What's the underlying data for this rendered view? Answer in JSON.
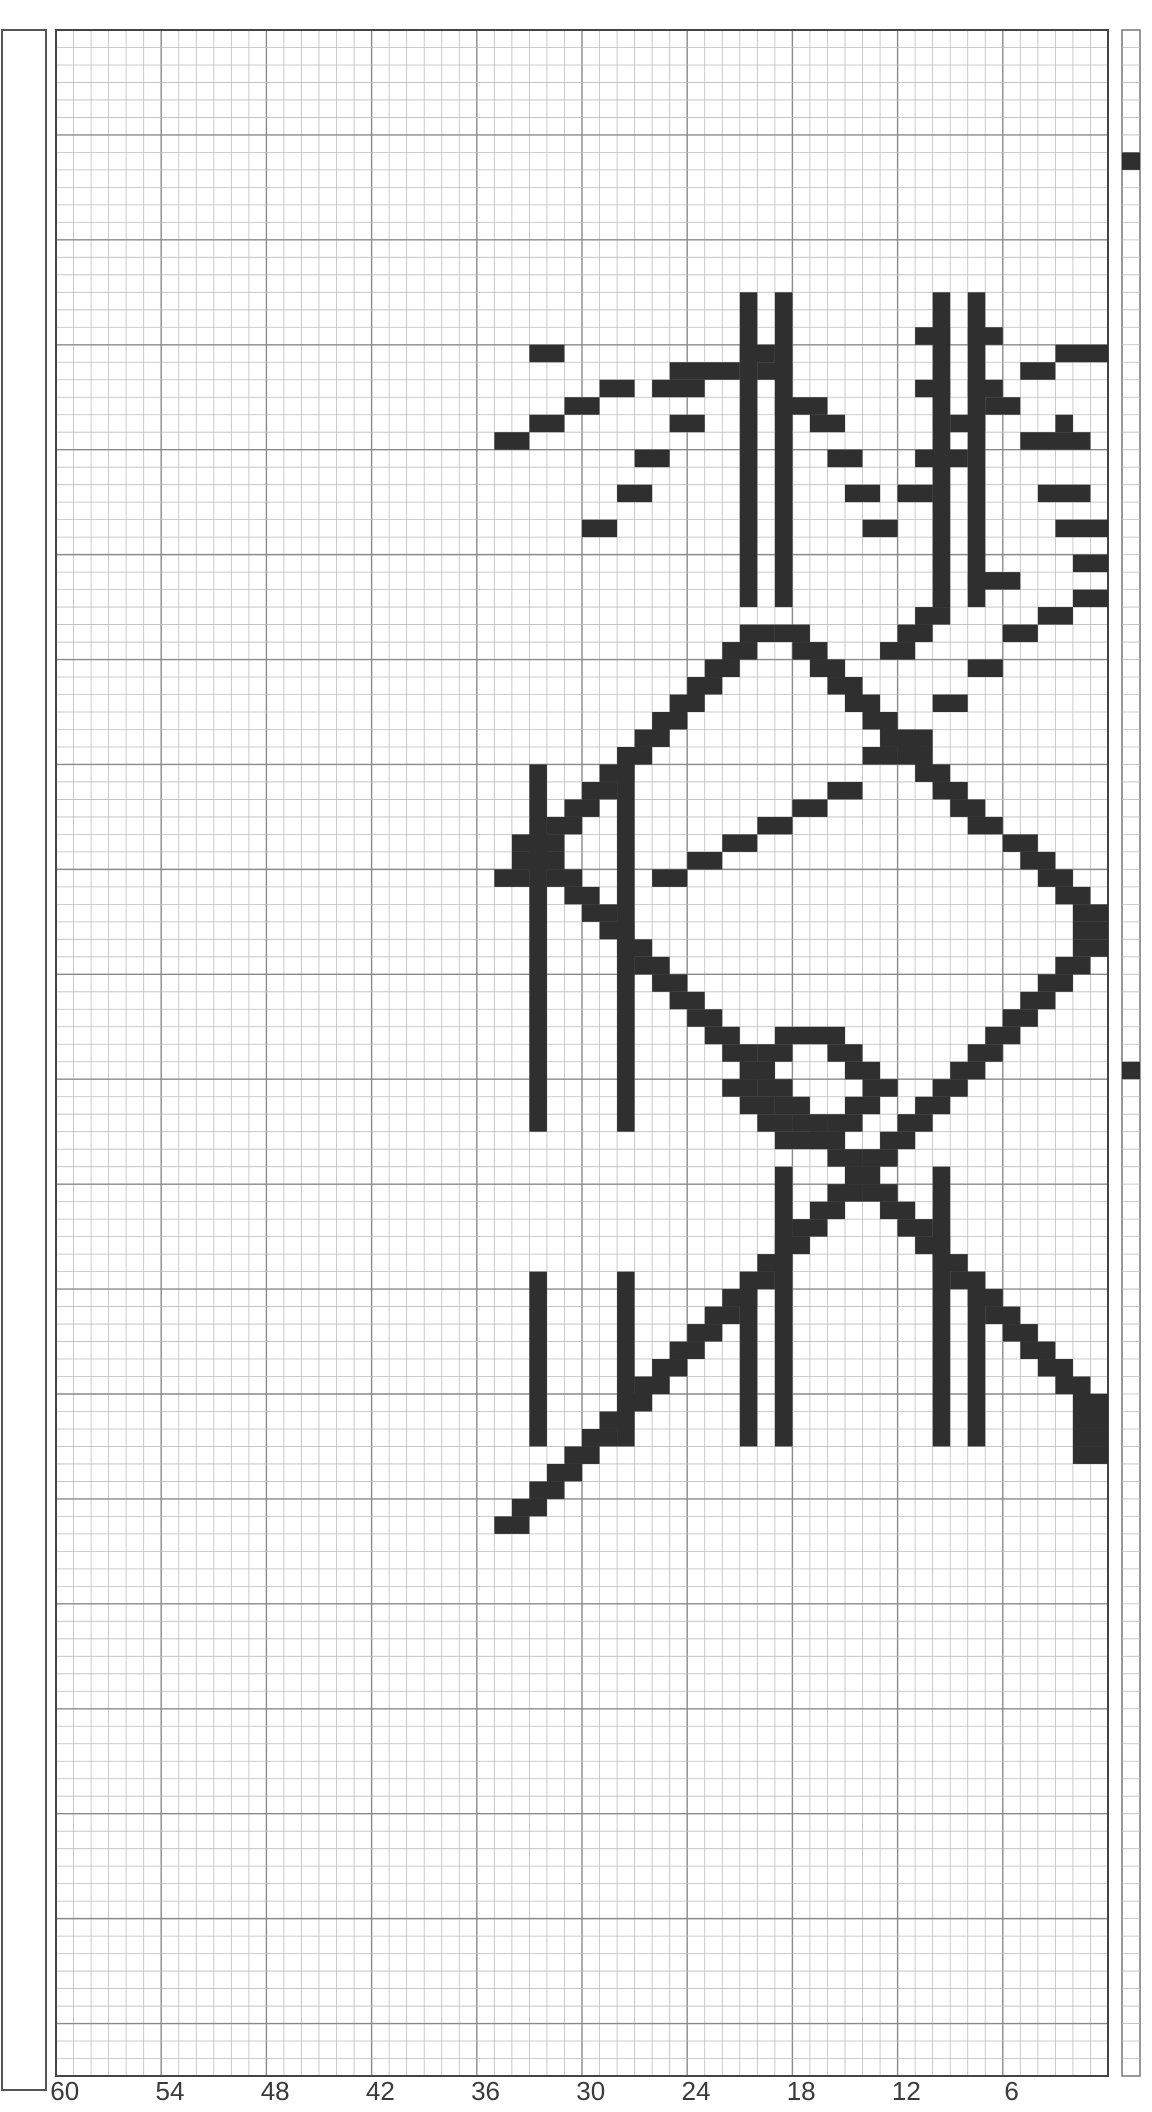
{
  "chart_data": {
    "type": "knitting-chart",
    "columns": 60,
    "rows": 117,
    "x_ticks": [
      "6",
      "12",
      "18",
      "24",
      "30",
      "36",
      "42",
      "48",
      "54",
      "60"
    ],
    "colors": {
      "stitch": "#2f2f2f",
      "grid_minor": "#bdbdbd",
      "grid_major": "#8a8a8a",
      "paper": "#ffffff"
    },
    "row_markers": [
      58,
      110
    ],
    "fills": [
      [
        99,
        1,
        3
      ],
      [
        98,
        4,
        5
      ],
      [
        96,
        6,
        7
      ],
      [
        95,
        8,
        9
      ],
      [
        93,
        9,
        11
      ],
      [
        91,
        11,
        12
      ],
      [
        89,
        13,
        14
      ],
      [
        100,
        7,
        8
      ],
      [
        100,
        10,
        11
      ],
      [
        97,
        7,
        8
      ],
      [
        97,
        10,
        11
      ],
      [
        95,
        3,
        3
      ],
      [
        94,
        2,
        5
      ],
      [
        91,
        2,
        4
      ],
      [
        85,
        1,
        2
      ],
      [
        84,
        3,
        4
      ],
      [
        83,
        5,
        6
      ],
      [
        81,
        7,
        8
      ],
      [
        79,
        9,
        10
      ],
      [
        77,
        11,
        12
      ],
      [
        76,
        13,
        14
      ],
      [
        74,
        15,
        16
      ],
      [
        73,
        17,
        18
      ],
      [
        72,
        19,
        20
      ],
      [
        71,
        21,
        22
      ],
      [
        70,
        23,
        24
      ],
      [
        69,
        25,
        26
      ],
      [
        87,
        1,
        2
      ],
      [
        89,
        1,
        3
      ],
      [
        86,
        6,
        8
      ],
      [
        99,
        20,
        21
      ],
      [
        98,
        19,
        20
      ],
      [
        96,
        17,
        19
      ],
      [
        95,
        16,
        17
      ],
      [
        93,
        15,
        16
      ],
      [
        91,
        14,
        15
      ],
      [
        98,
        22,
        25
      ],
      [
        97,
        24,
        26
      ],
      [
        95,
        24,
        25
      ],
      [
        93,
        26,
        27
      ],
      [
        91,
        27,
        28
      ],
      [
        89,
        29,
        30
      ],
      [
        97,
        28,
        29
      ],
      [
        96,
        30,
        31
      ],
      [
        95,
        32,
        33
      ],
      [
        94,
        34,
        35
      ],
      [
        99,
        32,
        33
      ],
      [
        83,
        18,
        19
      ],
      [
        82,
        17,
        18
      ],
      [
        81,
        16,
        17
      ],
      [
        80,
        15,
        16
      ],
      [
        79,
        14,
        15
      ],
      [
        78,
        13,
        14
      ],
      [
        77,
        12,
        13
      ],
      [
        76,
        11,
        12
      ],
      [
        75,
        10,
        11
      ],
      [
        74,
        9,
        10
      ],
      [
        73,
        8,
        9
      ],
      [
        72,
        7,
        8
      ],
      [
        83,
        20,
        21
      ],
      [
        82,
        21,
        22
      ],
      [
        81,
        22,
        23
      ],
      [
        80,
        23,
        24
      ],
      [
        79,
        24,
        25
      ],
      [
        78,
        25,
        26
      ],
      [
        77,
        26,
        27
      ],
      [
        76,
        27,
        28
      ],
      [
        75,
        28,
        29
      ],
      [
        74,
        29,
        30
      ],
      [
        73,
        30,
        31
      ],
      [
        72,
        31,
        32
      ],
      [
        71,
        32,
        33
      ],
      [
        70,
        33,
        34
      ],
      [
        69,
        34,
        35
      ],
      [
        71,
        5,
        6
      ],
      [
        70,
        4,
        5
      ],
      [
        69,
        3,
        4
      ],
      [
        68,
        2,
        3
      ],
      [
        67,
        1,
        2
      ],
      [
        66,
        1,
        2
      ],
      [
        65,
        1,
        2
      ],
      [
        64,
        2,
        3
      ],
      [
        63,
        3,
        4
      ],
      [
        62,
        4,
        5
      ],
      [
        61,
        5,
        6
      ],
      [
        60,
        6,
        7
      ],
      [
        59,
        7,
        8
      ],
      [
        58,
        8,
        9
      ],
      [
        57,
        9,
        10
      ],
      [
        56,
        10,
        11
      ],
      [
        55,
        11,
        12
      ],
      [
        54,
        12,
        13
      ],
      [
        53,
        13,
        14
      ],
      [
        52,
        14,
        15
      ],
      [
        51,
        15,
        16
      ],
      [
        50,
        16,
        17
      ],
      [
        49,
        17,
        18
      ],
      [
        48,
        18,
        19
      ],
      [
        47,
        19,
        20
      ],
      [
        46,
        20,
        21
      ],
      [
        45,
        21,
        22
      ],
      [
        44,
        22,
        23
      ],
      [
        43,
        23,
        24
      ],
      [
        42,
        24,
        25
      ],
      [
        41,
        25,
        26
      ],
      [
        40,
        26,
        27
      ],
      [
        39,
        27,
        28
      ],
      [
        38,
        28,
        29
      ],
      [
        37,
        29,
        30
      ],
      [
        36,
        30,
        31
      ],
      [
        35,
        31,
        32
      ],
      [
        34,
        32,
        33
      ],
      [
        33,
        33,
        34
      ],
      [
        32,
        34,
        35
      ],
      [
        71,
        33,
        34
      ],
      [
        70,
        32,
        33
      ],
      [
        69,
        31,
        32
      ],
      [
        68,
        30,
        31
      ],
      [
        67,
        29,
        30
      ],
      [
        66,
        28,
        29
      ],
      [
        65,
        27,
        28
      ],
      [
        64,
        26,
        27
      ],
      [
        63,
        25,
        26
      ],
      [
        62,
        24,
        25
      ],
      [
        61,
        23,
        24
      ],
      [
        60,
        22,
        23
      ],
      [
        59,
        21,
        22
      ],
      [
        58,
        20,
        21
      ],
      [
        57,
        19,
        20
      ],
      [
        56,
        18,
        19
      ],
      [
        55,
        17,
        18
      ],
      [
        54,
        16,
        17
      ],
      [
        53,
        15,
        16
      ],
      [
        52,
        14,
        15
      ],
      [
        51,
        13,
        14
      ],
      [
        50,
        12,
        13
      ],
      [
        49,
        11,
        12
      ],
      [
        48,
        10,
        11
      ],
      [
        47,
        9,
        10
      ],
      [
        46,
        8,
        9
      ],
      [
        45,
        7,
        8
      ],
      [
        44,
        6,
        7
      ],
      [
        43,
        5,
        6
      ],
      [
        42,
        4,
        5
      ],
      [
        41,
        3,
        4
      ],
      [
        40,
        2,
        3
      ],
      [
        39,
        1,
        2
      ],
      [
        38,
        1,
        2
      ],
      [
        37,
        1,
        2
      ],
      [
        36,
        1,
        2
      ],
      [
        60,
        16,
        19
      ],
      [
        59,
        15,
        16
      ],
      [
        59,
        19,
        20
      ],
      [
        58,
        14,
        15
      ],
      [
        58,
        20,
        21
      ],
      [
        57,
        13,
        14
      ],
      [
        57,
        21,
        22
      ],
      [
        56,
        14,
        15
      ],
      [
        56,
        20,
        21
      ],
      [
        55,
        15,
        16
      ],
      [
        55,
        19,
        20
      ],
      [
        54,
        16,
        19
      ],
      [
        84,
        10,
        11
      ],
      [
        83,
        11,
        12
      ],
      [
        82,
        12,
        13
      ]
    ],
    "vbars": [
      [
        8,
        37,
        46
      ],
      [
        10,
        37,
        52
      ],
      [
        19,
        37,
        52
      ],
      [
        21,
        37,
        46
      ],
      [
        28,
        37,
        46
      ],
      [
        33,
        37,
        46
      ],
      [
        28,
        55,
        75
      ],
      [
        33,
        55,
        75
      ],
      [
        8,
        85,
        102
      ],
      [
        10,
        85,
        102
      ],
      [
        19,
        85,
        102
      ],
      [
        21,
        85,
        102
      ]
    ]
  }
}
